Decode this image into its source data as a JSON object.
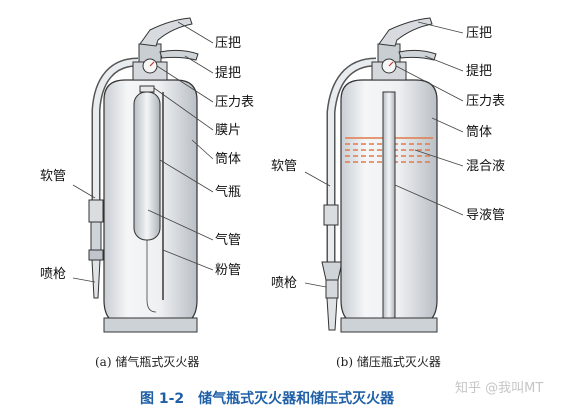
{
  "left_extinguisher": {
    "labels": {
      "handle": "压把",
      "lift": "提把",
      "gauge": "压力表",
      "membrane": "膜片",
      "body": "筒体",
      "gas_bottle": "气瓶",
      "gas_tube": "气管",
      "powder_tube": "粉管",
      "hose": "软管",
      "nozzle": "喷枪"
    },
    "subcaption": "(a) 储气瓶式灭火器"
  },
  "right_extinguisher": {
    "labels": {
      "handle": "压把",
      "lift": "提把",
      "gauge": "压力表",
      "body": "筒体",
      "mixture": "混合液",
      "siphon": "导液管",
      "hose": "软管",
      "nozzle": "喷枪"
    },
    "subcaption": "(b) 储压瓶式灭火器"
  },
  "figure_caption": "图 1-2　储气瓶式灭火器和储压式灭火器",
  "watermark": "知乎 @我叫MT",
  "colors": {
    "caption": "#1f5fa6",
    "mixture_hatch": "#e07a4a",
    "body_fill": "#e8ebee"
  }
}
